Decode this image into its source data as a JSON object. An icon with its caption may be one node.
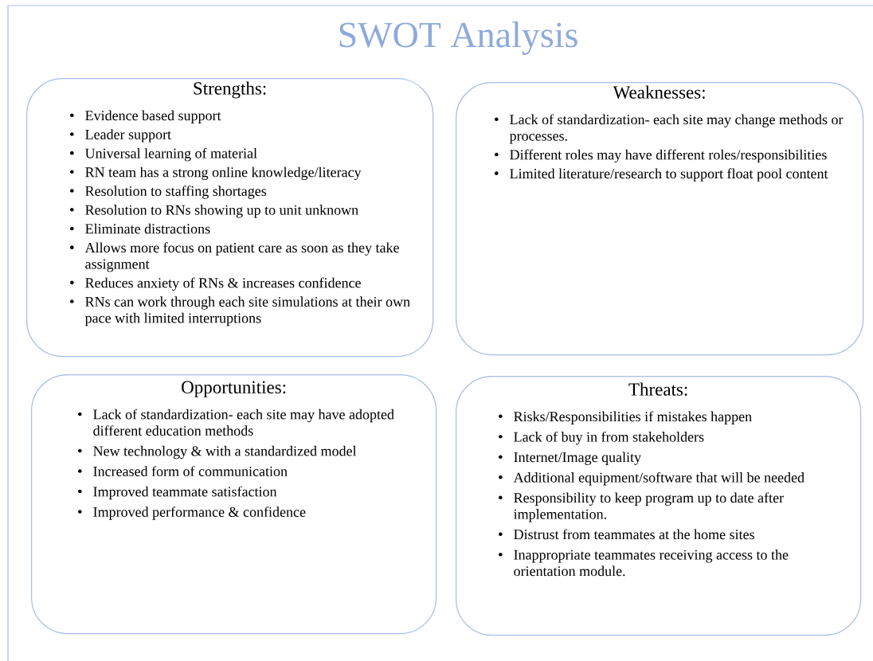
{
  "diagram": {
    "title": "SWOT Analysis",
    "nodes": [
      {
        "text": [
          "Strengths:",
          "Evidence based support",
          "Leader support",
          "Universal learning of material",
          "RN team has a strong online knowledge/literacy",
          "Resolution to staffing shortages",
          "Resolution to RNs showing up to unit unknown",
          "Eliminate distractions",
          "Allows more focus on patient care as soon as they take assignment",
          "Reduces anxiety of RNs & increases confidence",
          "RNs can work through each site simulations at their own pace with limited interruptions"
        ]
      },
      {
        "text": [
          "Weaknesses:",
          "Lack of standardization- each site may change methods or processes.",
          "Different roles may have different roles/responsibilities",
          "Limited literature/research to support float pool content"
        ]
      },
      {
        "text": [
          "Opportunities:",
          "Lack of standardization- each site may have adopted different education methods",
          "New technology & with a standardized model",
          "Increased form of communication",
          "Improved teammate satisfaction",
          "Improved performance & confidence"
        ]
      },
      {
        "text": [
          "Threats:",
          "Risks/Responsibilities if mistakes happen",
          "Lack of buy in from stakeholders",
          "Internet/Image quality",
          "Additional equipment/software that will be needed",
          "Responsibility to keep program up to date after implementation.",
          "Distrust from teammates at the home sites",
          "Inappropriate teammates receiving access to the orientation module."
        ]
      }
    ]
  }
}
